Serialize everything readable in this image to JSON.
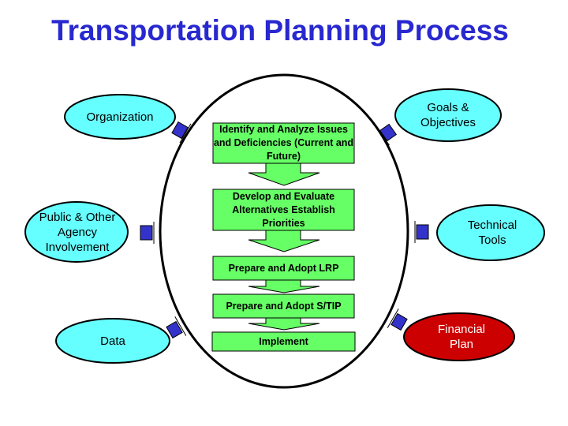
{
  "title": "Transportation Planning Process",
  "colors": {
    "title": "#2828d0",
    "step_fill": "#66ff66",
    "input_fill": "#66ffff",
    "financial_fill": "#cc0000",
    "connector": "#3333cc"
  },
  "steps": [
    {
      "label": "Identify and Analyze Issues and Deficiencies (Current and Future)"
    },
    {
      "label": "Develop and Evaluate Alternatives Establish Priorities"
    },
    {
      "label": "Prepare and Adopt LRP"
    },
    {
      "label": "Prepare and Adopt S/TIP"
    },
    {
      "label": "Implement"
    }
  ],
  "inputs": {
    "organization": "Organization",
    "goals": "Goals & Objectives",
    "public": "Public & Other Agency Involvement",
    "technical": "Technical Tools",
    "data": "Data",
    "financial": "Financial Plan"
  }
}
